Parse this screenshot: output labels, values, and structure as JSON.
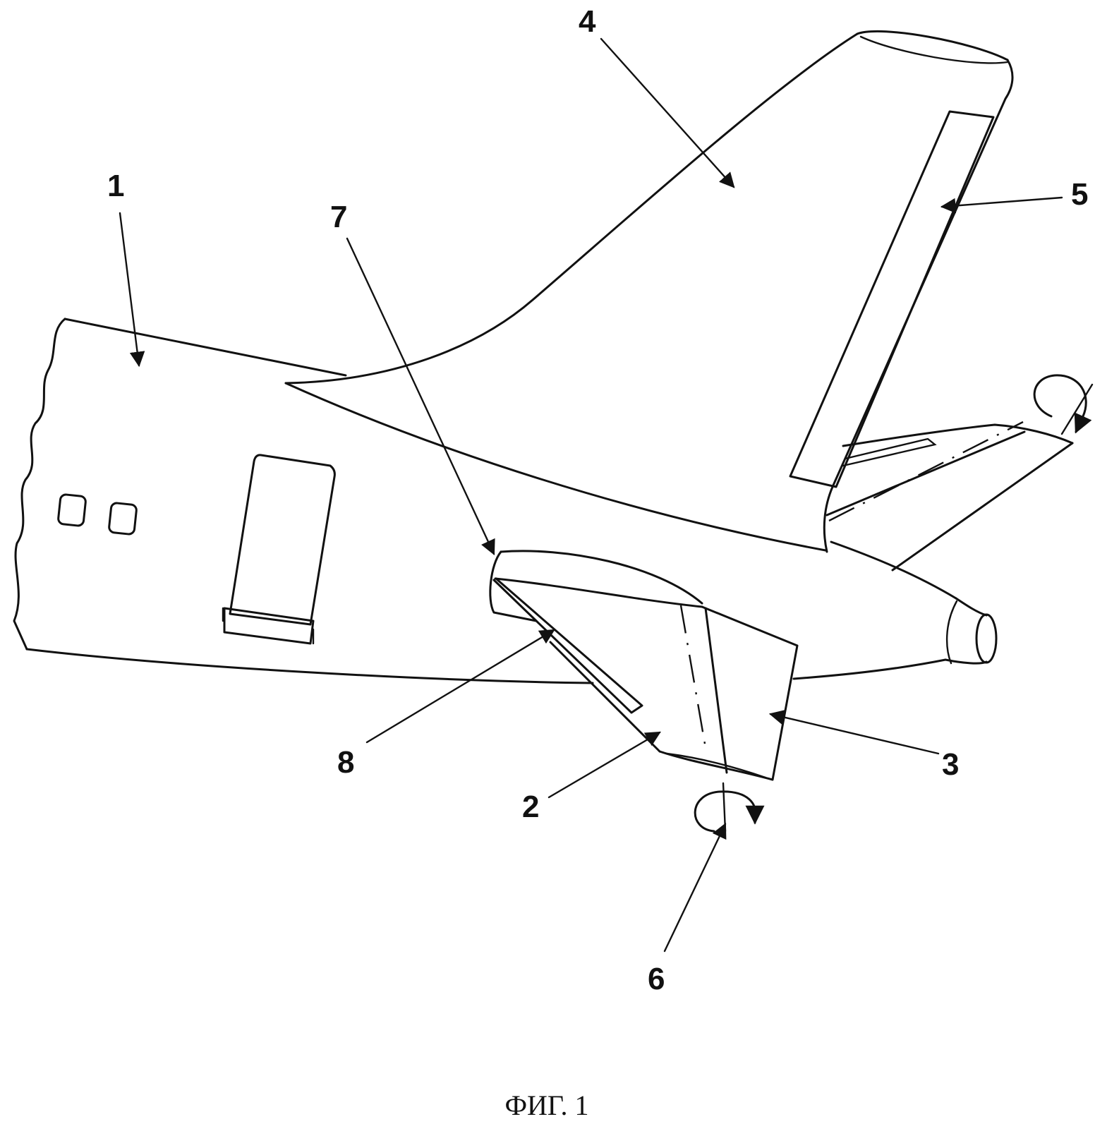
{
  "labels": {
    "fuselage": "1",
    "keel_fin": "2",
    "rudder_lower": "3",
    "vertical_fin": "4",
    "rudder_upper": "5",
    "rotation_axis": "6",
    "fairing": "7",
    "hinge": "8"
  },
  "caption": "ФИГ. 1"
}
